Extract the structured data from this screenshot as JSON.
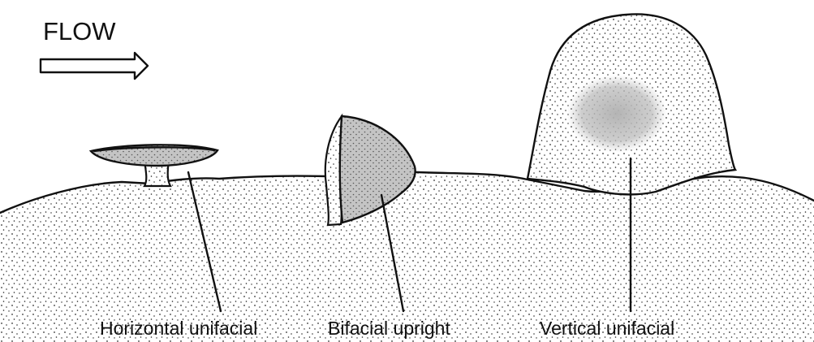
{
  "flow": {
    "label": "FLOW",
    "direction": "right"
  },
  "labels": {
    "horizontal": "Horizontal unifacial",
    "bifacial": "Bifacial upright",
    "vertical": "Vertical unifacial"
  },
  "colors": {
    "ink": "#111111",
    "paper": "#ffffff",
    "face_gray": "#b9b9b9"
  }
}
